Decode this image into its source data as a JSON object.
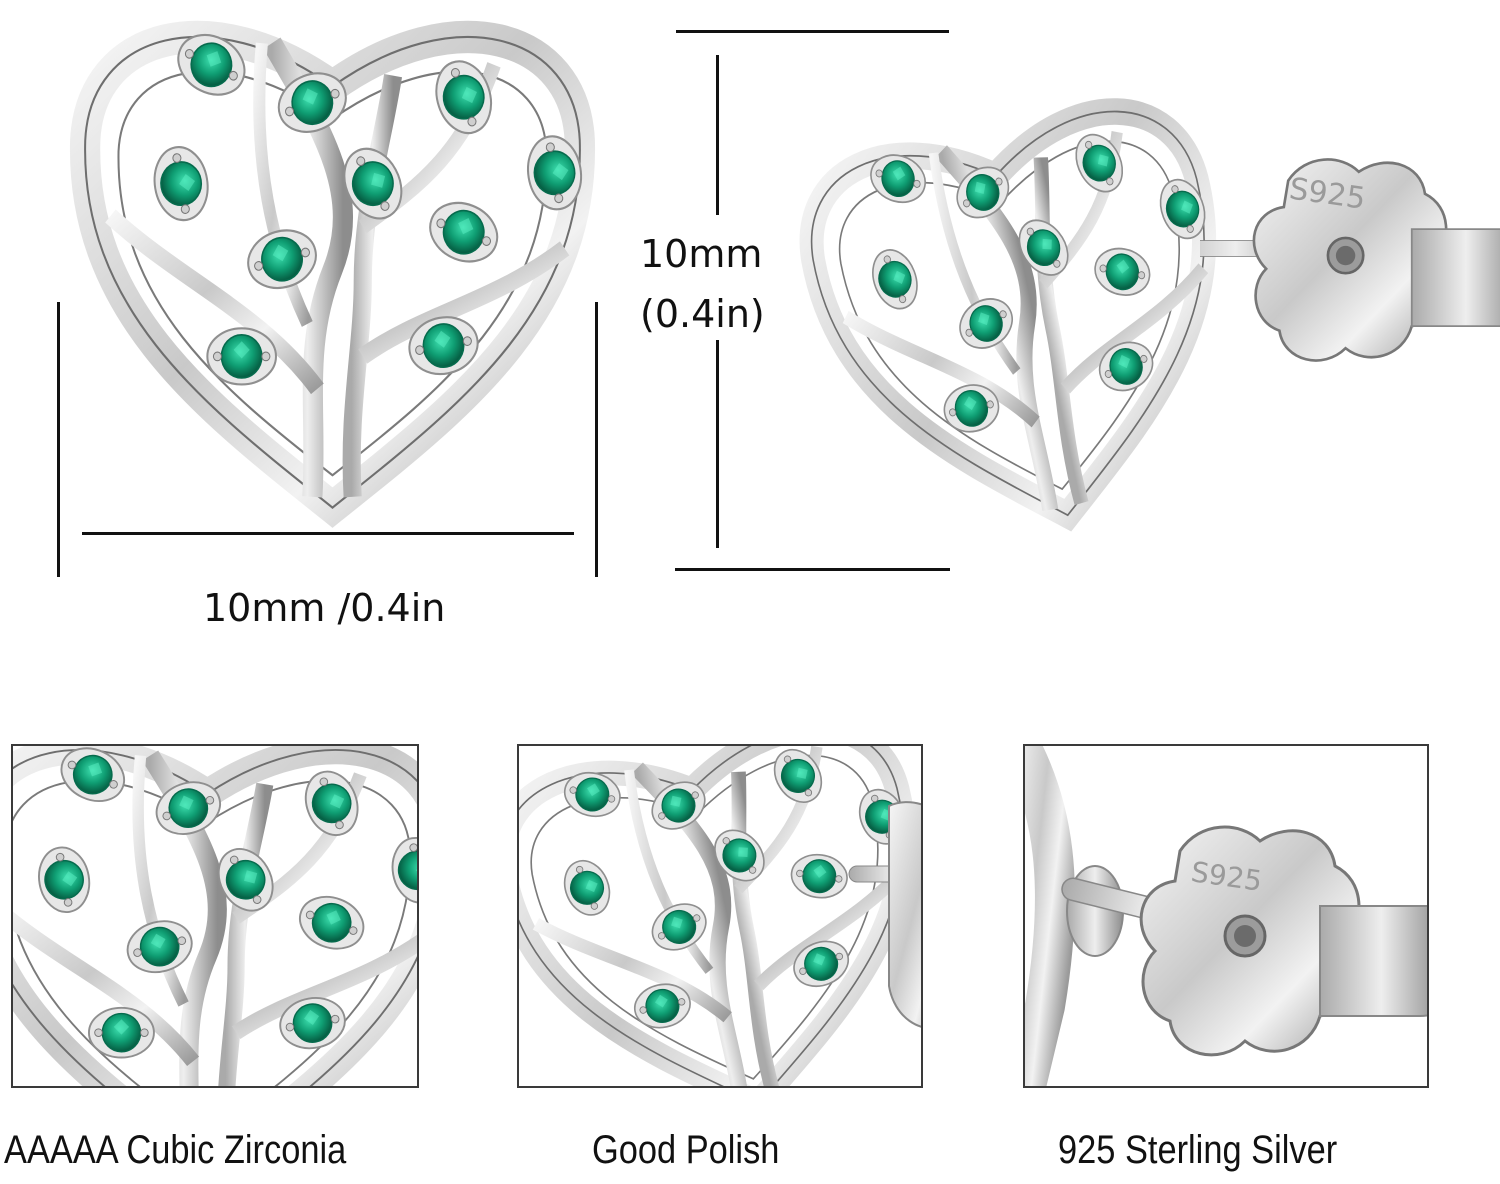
{
  "product": {
    "subject": "heart tree-of-life stud earrings",
    "material_color": "#d8d8d8",
    "gem_color": "#0f9e73",
    "gem_count_per_earring": 10
  },
  "dimensions": {
    "width_label": "10mm /0.4in",
    "height_label_line1": "10mm",
    "height_label_line2": "(0.4in)"
  },
  "back_stamp": "S925",
  "detail_panels": [
    {
      "caption": "AAAAA Cubic Zirconia",
      "view": "gem closeup"
    },
    {
      "caption": "Good Polish",
      "view": "side view closeup"
    },
    {
      "caption": "925 Sterling Silver",
      "view": "earring back closeup"
    }
  ]
}
